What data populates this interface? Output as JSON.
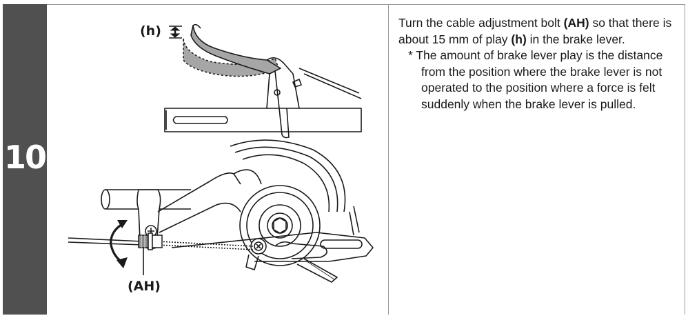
{
  "step": {
    "number": "10"
  },
  "figure": {
    "label_play": "(h)",
    "label_bolt": "(AH)",
    "icons": [
      "double-arrow-icon",
      "rotation-arrow-icon",
      "brake-lever-drawing",
      "brake-caliper-drawing"
    ]
  },
  "instructions": {
    "main": {
      "p1": "Turn the cable adjustment bolt ",
      "b1": "(AH)",
      "p2": " so that there is about 15 mm of play ",
      "b2": "(h)",
      "p3": " in the brake lever."
    },
    "note": "* The amount of brake lever play is the distance from the position where the brake lever is not operated to the position where a force is felt suddenly when the brake lever is pulled."
  },
  "colors": {
    "step_bar": "#505050",
    "border": "#9a9a9a",
    "lever_shading": "#a6a6a6",
    "text": "#1a1a1a"
  }
}
